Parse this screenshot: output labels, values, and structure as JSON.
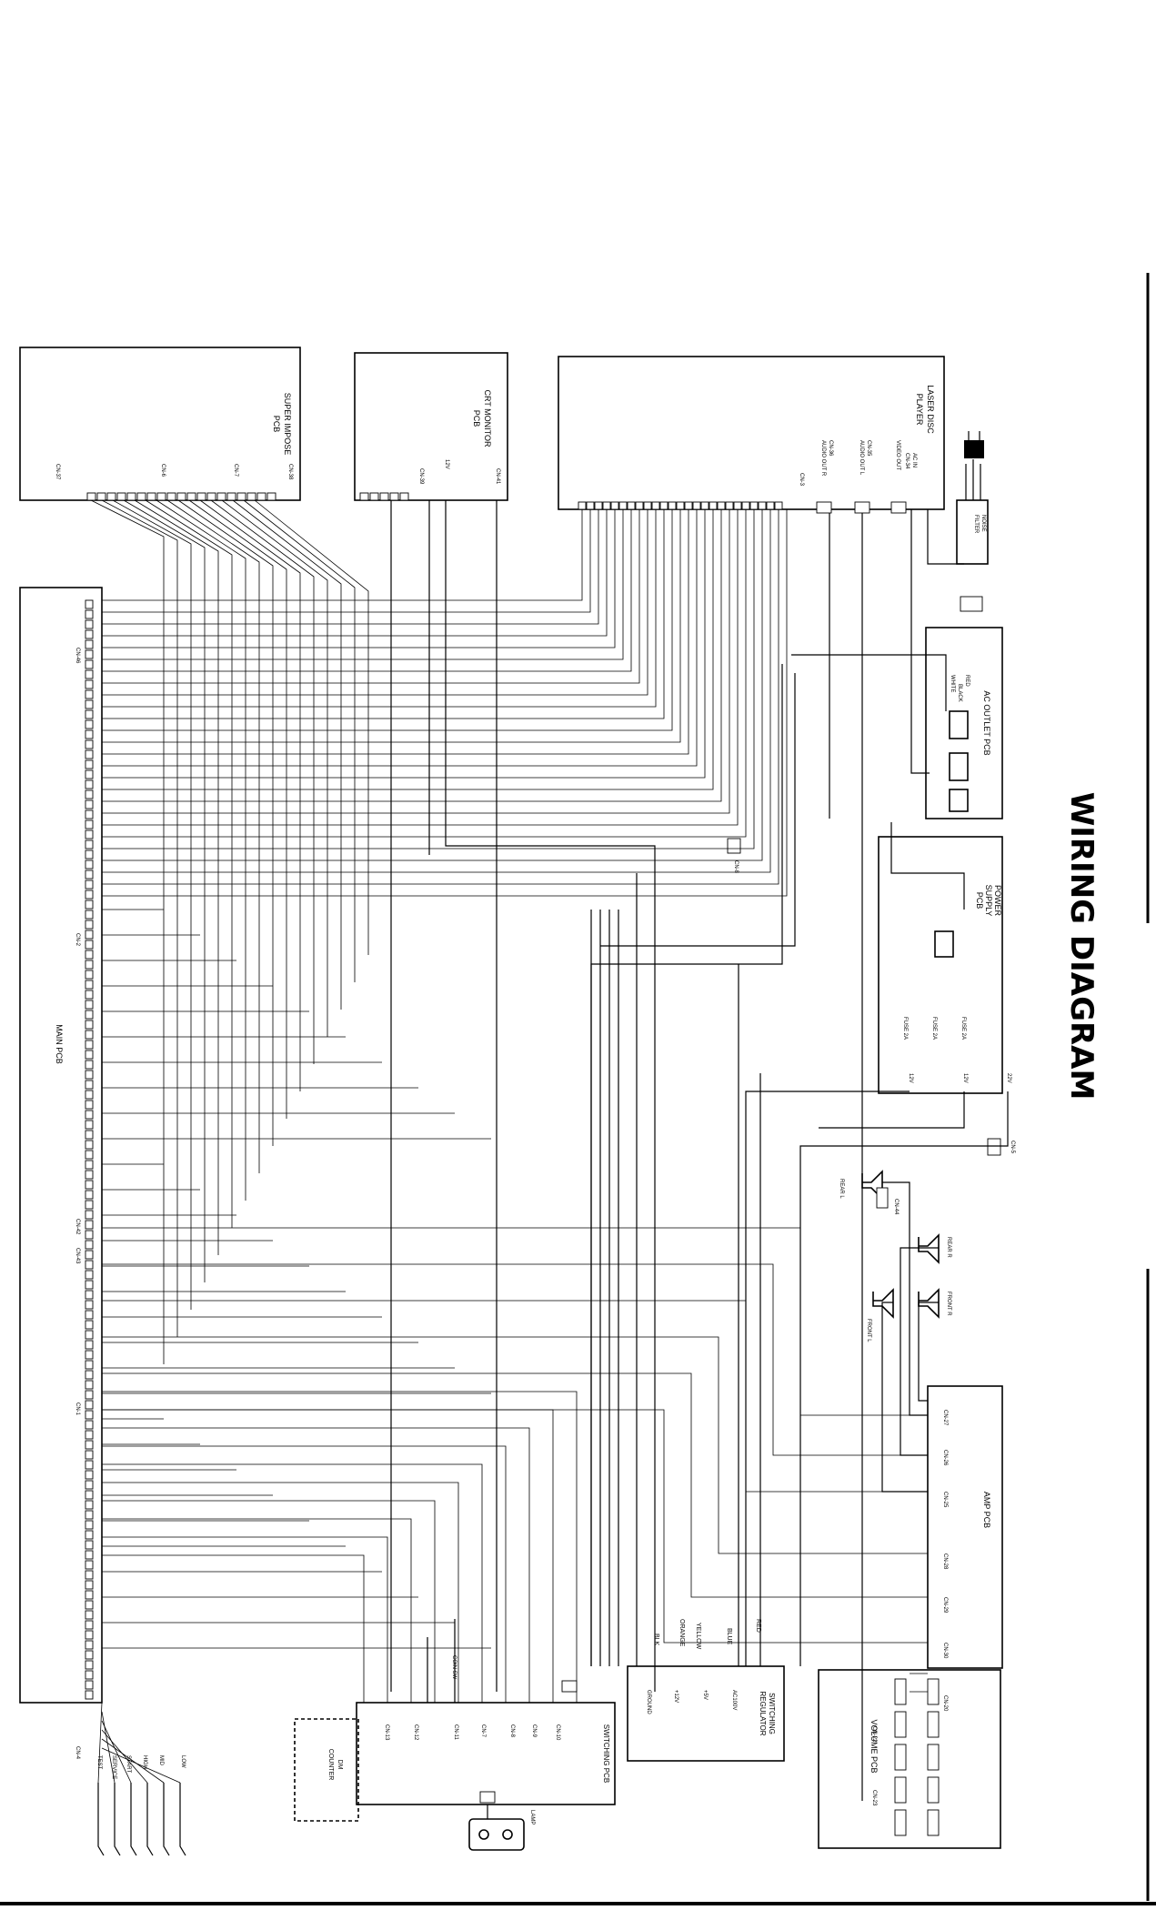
{
  "diagram": {
    "title": "WIRING DIAGRAM",
    "blocks": {
      "super_impose": [
        "SUPER IMPOSE",
        "PCB"
      ],
      "crt_monitor": [
        "CRT MONITOR",
        "PCB"
      ],
      "laser_disc": [
        "LASER DISC",
        "PLAYER"
      ],
      "noise_filter": [
        "NOISE",
        "FILTER"
      ],
      "ac_outlet": "AC OUTLET PCB",
      "power_supply": [
        "POWER",
        "SUPPLY",
        "PCB"
      ],
      "main_pcb": "MAIN PCB",
      "amp_pcb": "AMP PCB",
      "volume_pcb": "VOLUME PCB",
      "switching_regulator": [
        "SWITCHING",
        "REGULATOR"
      ],
      "switching_pcb": "SWITCHING PCB",
      "dm": [
        "DM",
        "COUNTER"
      ]
    },
    "connectors": {
      "super_impose": [
        "CN-37",
        "CN-6",
        "CN-7",
        "CN-38"
      ],
      "crt_monitor": [
        "CN-39",
        "12V",
        "CN-41"
      ],
      "laser_disc": [
        "CN-3",
        "AUDIO OUT R",
        "CN-36",
        "AUDIO OUT L",
        "CN-35",
        "VIDEO OUT",
        "AC IN",
        "CN-34"
      ],
      "ac_outlet_wires": [
        "RED",
        "BLACK",
        "WHITE"
      ],
      "main_left": [
        "CN-46",
        "CN-2",
        "CN-42",
        "CN-43",
        "CN-1",
        "CN-4"
      ],
      "cn8": "CN-8",
      "power_supply": [
        "FUSE 2A",
        "FUSE 2A",
        "FUSE 2A",
        "12V",
        "12V",
        "22V"
      ],
      "cn5": "CN-5",
      "cn44": "CN-44",
      "speakers": [
        "REAR L",
        "REAR R",
        "FRONT L",
        "FRONT R"
      ],
      "amp": [
        "CN-27",
        "CN-26",
        "CN-25",
        "CN-28",
        "CN-29",
        "CN-30"
      ],
      "volume": [
        "CN-20",
        "CN-22",
        "CN-23"
      ],
      "regulator": [
        "GROUND",
        "+12V",
        "+5V",
        "AC100V"
      ],
      "wire_colors": [
        "BLK",
        "ORANGE",
        "YELLOW",
        "BLUE",
        "RED"
      ],
      "switching": [
        "CN-10",
        "CN-9",
        "CN-8",
        "CN-7",
        "CN-11",
        "CN-12",
        "CN-13"
      ],
      "coin": "COIN SW",
      "lamp": "LAMP",
      "bottom_left": [
        "LOW",
        "MID",
        "HIGH",
        "START",
        "SERVICE",
        "TEST"
      ]
    }
  }
}
